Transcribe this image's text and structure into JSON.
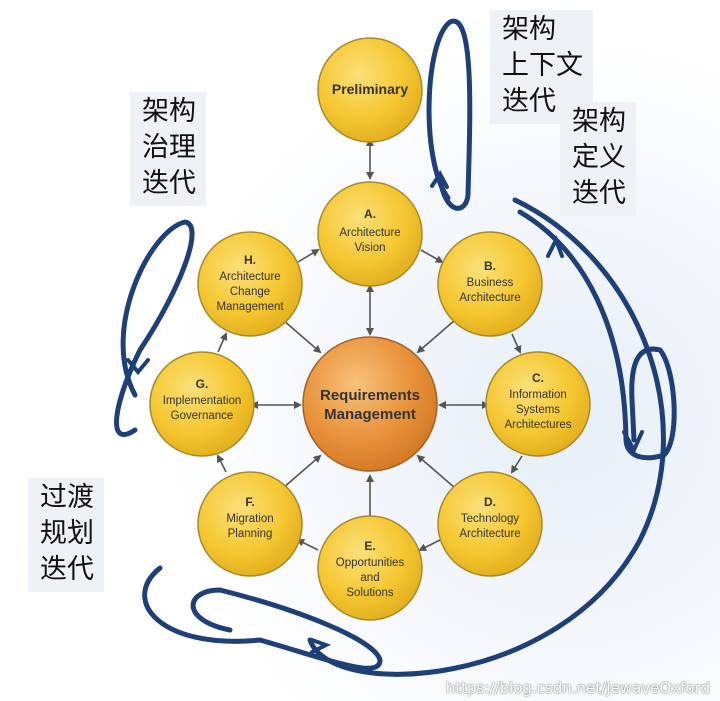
{
  "nodes": {
    "preliminary": {
      "lines": [
        "Preliminary"
      ]
    },
    "a": {
      "letter": "A.",
      "lines": [
        "Architecture",
        "Vision"
      ]
    },
    "b": {
      "letter": "B.",
      "lines": [
        "Business",
        "Architecture"
      ]
    },
    "c": {
      "letter": "C.",
      "lines": [
        "Information",
        "Systems",
        "Architectures"
      ]
    },
    "d": {
      "letter": "D.",
      "lines": [
        "Technology",
        "Architecture"
      ]
    },
    "e": {
      "letter": "E.",
      "lines": [
        "Opportunities",
        "and",
        "Solutions"
      ]
    },
    "f": {
      "letter": "F.",
      "lines": [
        "Migration",
        "Planning"
      ]
    },
    "g": {
      "letter": "G.",
      "lines": [
        "Implementation",
        "Governance"
      ]
    },
    "h": {
      "letter": "H.",
      "lines": [
        "Architecture",
        "Change",
        "Management"
      ]
    },
    "center": {
      "lines": [
        "Requirements",
        "Management"
      ]
    }
  },
  "labels": {
    "context": [
      "架构",
      "上下文",
      "迭代"
    ],
    "definition": [
      "架构",
      "定义",
      "迭代"
    ],
    "governance": [
      "架构",
      "治理",
      "迭代"
    ],
    "transition": [
      "过渡",
      "规划",
      "迭代"
    ]
  },
  "colors": {
    "node_fill": "#f5c731",
    "node_stroke": "#a68a2a",
    "center_fill": "#e8913a",
    "loop_stroke": "#1e3f78",
    "arrow": "#555555"
  },
  "watermark": "https://blog.csdn.net/JewaveOxford"
}
